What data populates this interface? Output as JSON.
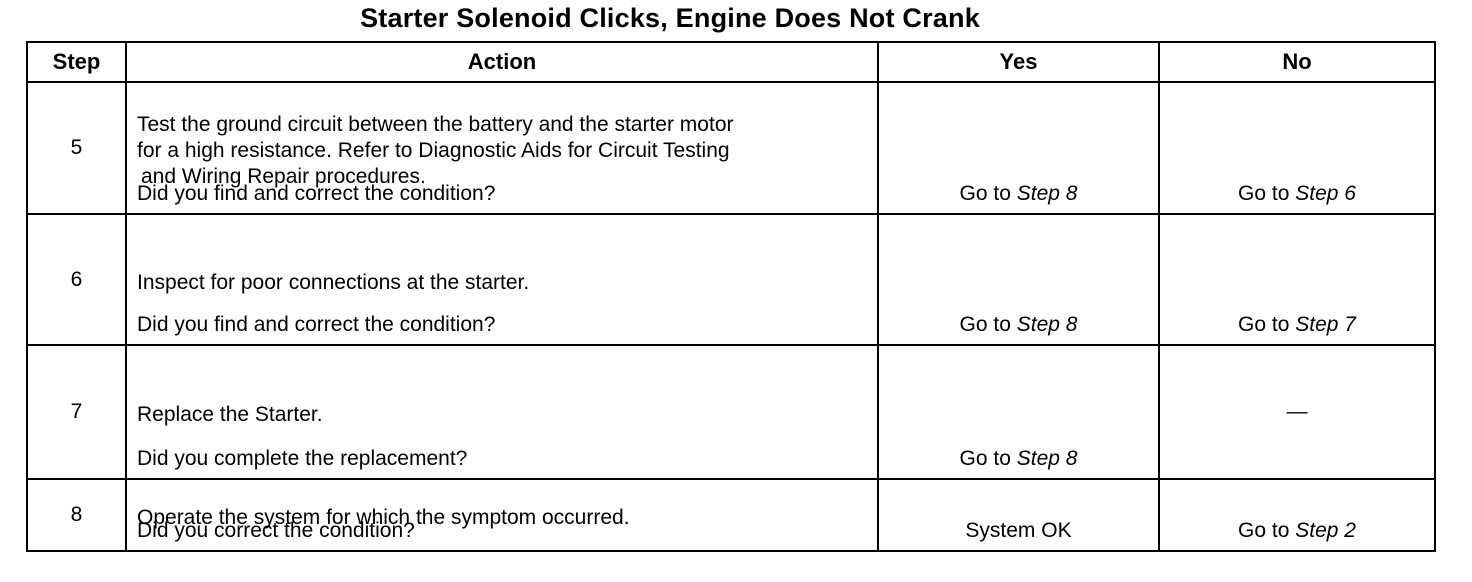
{
  "title": "Starter Solenoid Clicks, Engine Does Not Crank",
  "headers": {
    "step": "Step",
    "action": "Action",
    "yes": "Yes",
    "no": "No"
  },
  "goto_prefix": "Go to ",
  "rows": [
    {
      "step": "5",
      "action_lines": [
        "Test the ground circuit between the battery and the starter motor",
        "for a high resistance. Refer to Diagnostic Aids for Circuit Testing",
        "and Wiring Repair procedures."
      ],
      "question": "Did you find and correct the condition?",
      "yes": "Step 8",
      "no": "Step 6"
    },
    {
      "step": "6",
      "action_lines": [
        "Inspect for poor connections at the starter."
      ],
      "question": "Did you find and correct the condition?",
      "yes": "Step 8",
      "no": "Step 7"
    },
    {
      "step": "7",
      "action_lines": [
        "Replace the Starter."
      ],
      "question": "Did you complete the replacement?",
      "yes": "Step 8",
      "no": "—"
    },
    {
      "step": "8",
      "action_lines": [
        "Operate the system for which the symptom occurred."
      ],
      "question": "Did you correct the condition?",
      "yes": "System OK",
      "no": "Step 2"
    }
  ]
}
